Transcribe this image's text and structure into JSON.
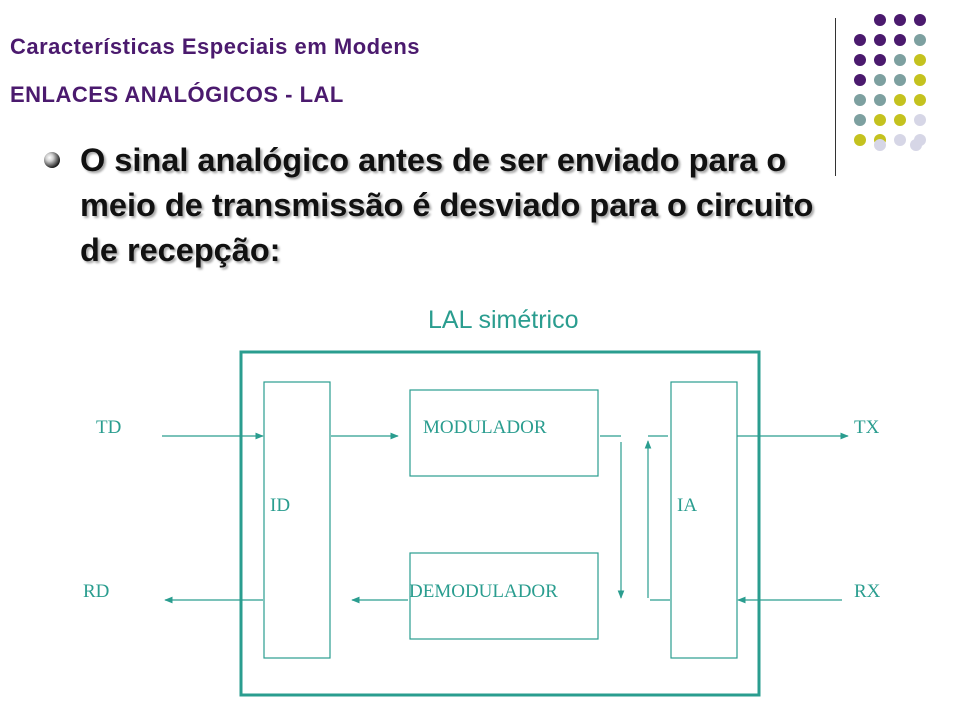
{
  "slide": {
    "title": "Características Especiais em Modens",
    "subtitle": "ENLACES ANALÓGICOS - LAL",
    "bullet": "O sinal analógico antes de ser enviado para o meio de transmissão é desviado para o circuito de recepção:",
    "colors": {
      "title": "#4b1a6e",
      "teal": "#2a9d8f",
      "purple": "#4b1a6e",
      "grey_teal": "#7da0a0",
      "olive": "#c4c21f",
      "lavender": "#d6d6e6"
    }
  },
  "diagram": {
    "caption": "LAL simétrico",
    "blocks": {
      "id": "ID",
      "modulator": "MODULADOR",
      "demodulator": "DEMODULADOR",
      "ia": "IA"
    },
    "ports": {
      "td": "TD",
      "rd": "RD",
      "tx": "TX",
      "rx": "RX"
    }
  }
}
